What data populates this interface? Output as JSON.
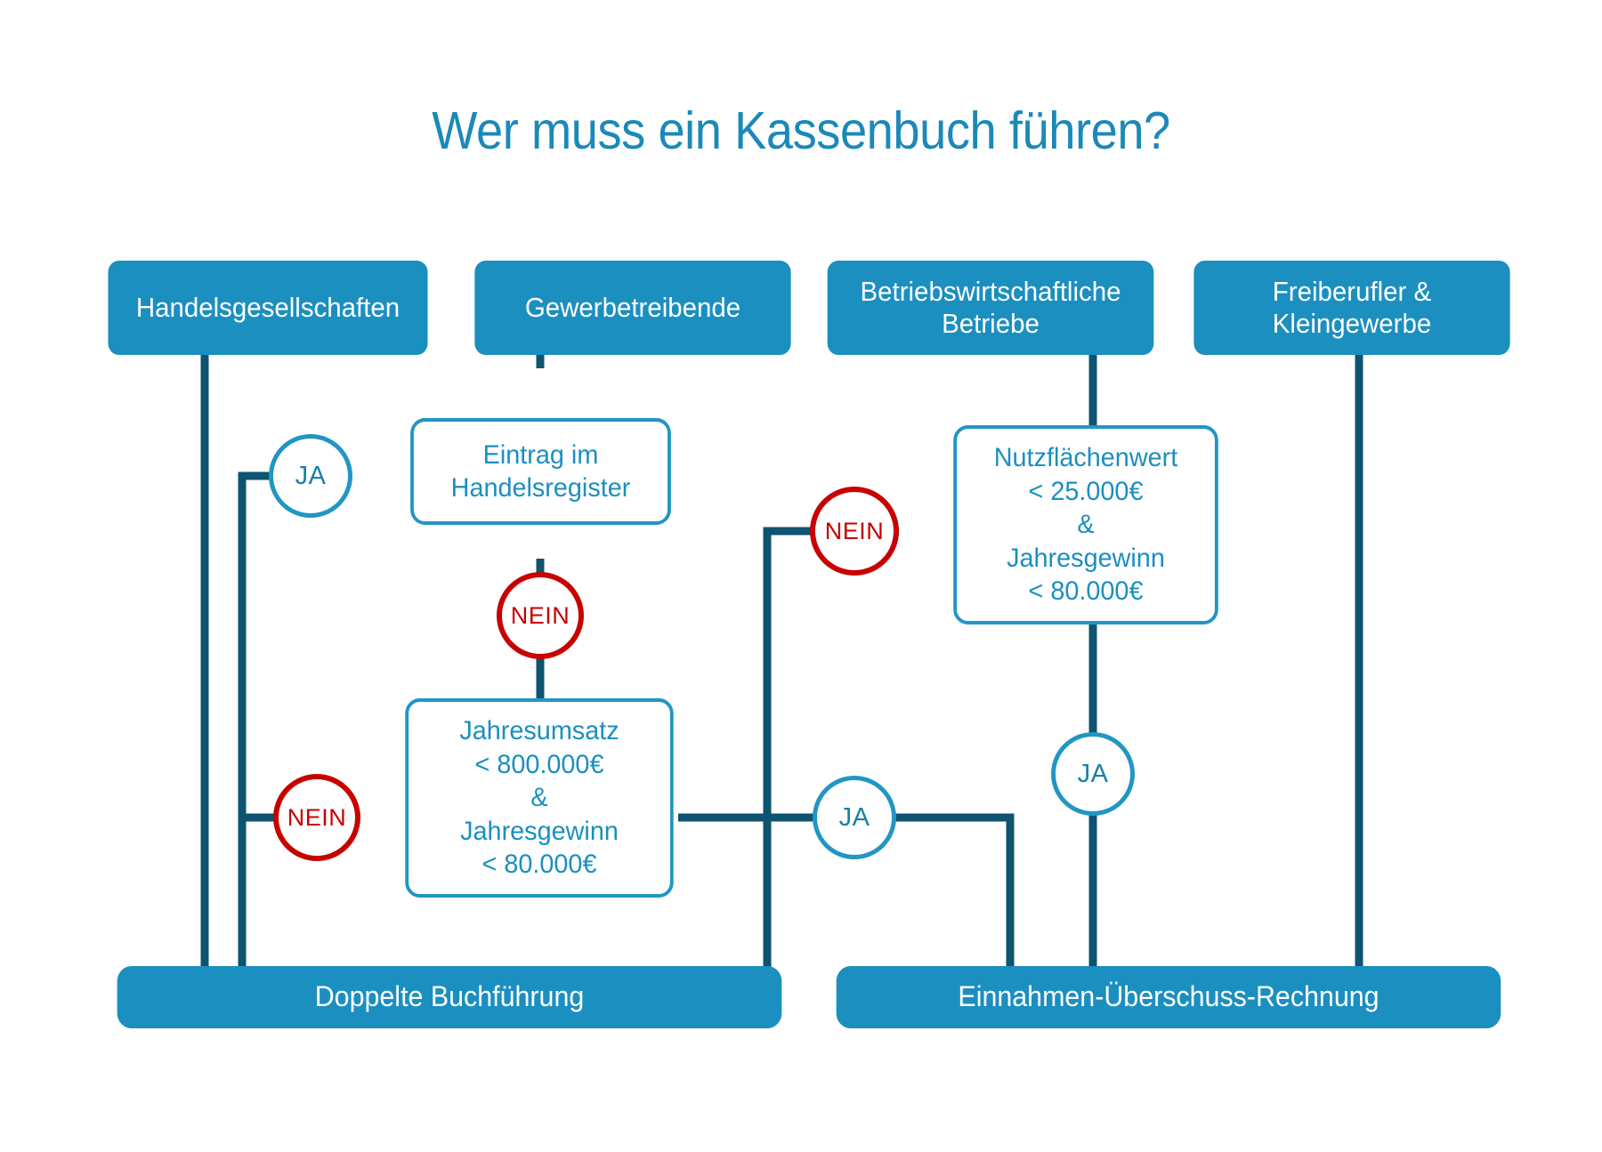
{
  "page": {
    "title": "Wer muss ein Kassenbuch führen?",
    "background": "#ffffff"
  },
  "colors": {
    "brand_blue": "#1b8fc0",
    "title_blue": "#1b89b8",
    "border_blue": "#2196c4",
    "wire_dark": "#0e5370",
    "wire_blue": "#1b8fc0",
    "red": "#c80000",
    "white": "#ffffff"
  },
  "chart_data": {
    "type": "flowchart",
    "title": "Wer muss ein Kassenbuch führen?",
    "nodes": [
      {
        "id": "handelsgesellschaften",
        "kind": "start",
        "label": "Handelsgesellschaften"
      },
      {
        "id": "gewerbetreibende",
        "kind": "start",
        "label": "Gewerbetreibende"
      },
      {
        "id": "betriebswirtschaftliche-betriebe",
        "kind": "start",
        "label": "Betriebswirtschaftliche Betriebe"
      },
      {
        "id": "freiberufler-kleingewerbe",
        "kind": "start",
        "label": "Freiberufler & Kleingewerbe"
      },
      {
        "id": "eintrag-handelsregister",
        "kind": "decision",
        "label": "Eintrag im Handelsregister"
      },
      {
        "id": "jahresumsatz",
        "kind": "decision",
        "label": "Jahresumsatz < 800.000€ & Jahresgewinn < 80.000€"
      },
      {
        "id": "nutzflaechenwert",
        "kind": "decision",
        "label": "Nutzflächenwert < 25.000€ & Jahresgewinn < 80.000€"
      },
      {
        "id": "doppelte-buchfuehrung",
        "kind": "result",
        "label": "Doppelte Buchführung"
      },
      {
        "id": "euer",
        "kind": "result",
        "label": "Einnahmen-Überschuss-Rechnung"
      }
    ],
    "edges": [
      {
        "from": "handelsgesellschaften",
        "to": "doppelte-buchfuehrung",
        "label": ""
      },
      {
        "from": "gewerbetreibende",
        "to": "eintrag-handelsregister",
        "label": ""
      },
      {
        "from": "eintrag-handelsregister",
        "to": "doppelte-buchfuehrung",
        "label": "JA"
      },
      {
        "from": "eintrag-handelsregister",
        "to": "jahresumsatz",
        "label": "NEIN"
      },
      {
        "from": "jahresumsatz",
        "to": "doppelte-buchfuehrung",
        "label": "NEIN"
      },
      {
        "from": "jahresumsatz",
        "to": "euer",
        "label": "JA"
      },
      {
        "from": "betriebswirtschaftliche-betriebe",
        "to": "nutzflaechenwert",
        "label": ""
      },
      {
        "from": "nutzflaechenwert",
        "to": "doppelte-buchfuehrung",
        "label": "NEIN"
      },
      {
        "from": "nutzflaechenwert",
        "to": "euer",
        "label": "JA"
      },
      {
        "from": "freiberufler-kleingewerbe",
        "to": "euer",
        "label": ""
      }
    ]
  },
  "top_row": {
    "items": [
      {
        "label": "Handelsgesellschaften"
      },
      {
        "label": "Gewerbetreibende"
      },
      {
        "label": "Betriebswirtschaftliche Betriebe"
      },
      {
        "label": "Freiberufler & Kleingewerbe"
      }
    ]
  },
  "decisions": {
    "handelsregister": {
      "label": "Eintrag im\nHandelsregister"
    },
    "jahresumsatz": {
      "label": "Jahresumsatz\n< 800.000€\n&\nJahresgewinn\n< 80.000€"
    },
    "nutzflaeche": {
      "label": "Nutzflächenwert\n< 25.000€\n&\nJahresgewinn\n< 80.000€"
    }
  },
  "labels": {
    "ja": "JA",
    "nein": "NEIN"
  },
  "results": {
    "left": {
      "label": "Doppelte Buchführung"
    },
    "right": {
      "label": "Einnahmen-Überschuss-Rechnung"
    }
  }
}
